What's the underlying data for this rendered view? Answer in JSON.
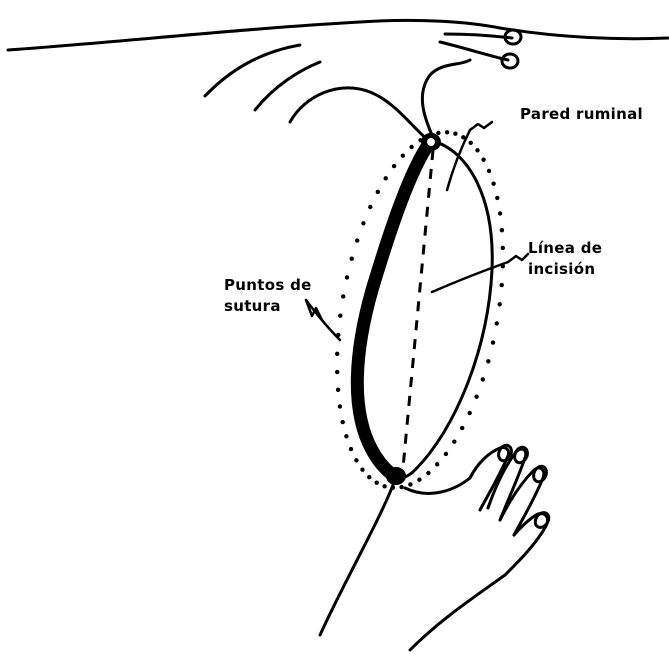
{
  "labels": {
    "pared_ruminal": "Pared ruminal",
    "linea_de_incision": [
      "Línea de",
      "incisión"
    ],
    "puntos_de_sutura": [
      "Puntos de",
      "sutura"
    ]
  },
  "colors": {
    "ink": "#000000",
    "background": "#ffffff"
  }
}
